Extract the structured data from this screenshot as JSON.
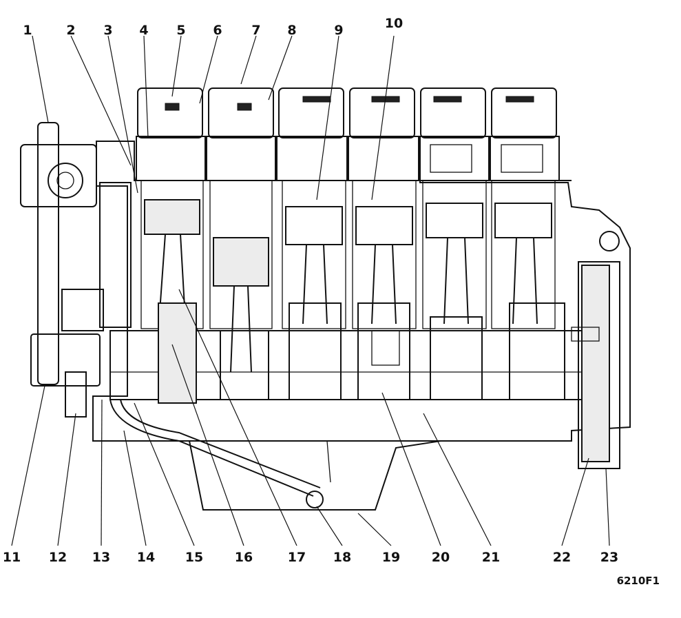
{
  "figure_id": "6210F1",
  "callouts_top": [
    "1",
    "2",
    "3",
    "4",
    "5",
    "6",
    "7",
    "8",
    "9",
    "10"
  ],
  "callouts_bottom": [
    "11",
    "12",
    "13",
    "14",
    "15",
    "16",
    "17",
    "18",
    "19",
    "20",
    "21",
    "22",
    "23"
  ]
}
